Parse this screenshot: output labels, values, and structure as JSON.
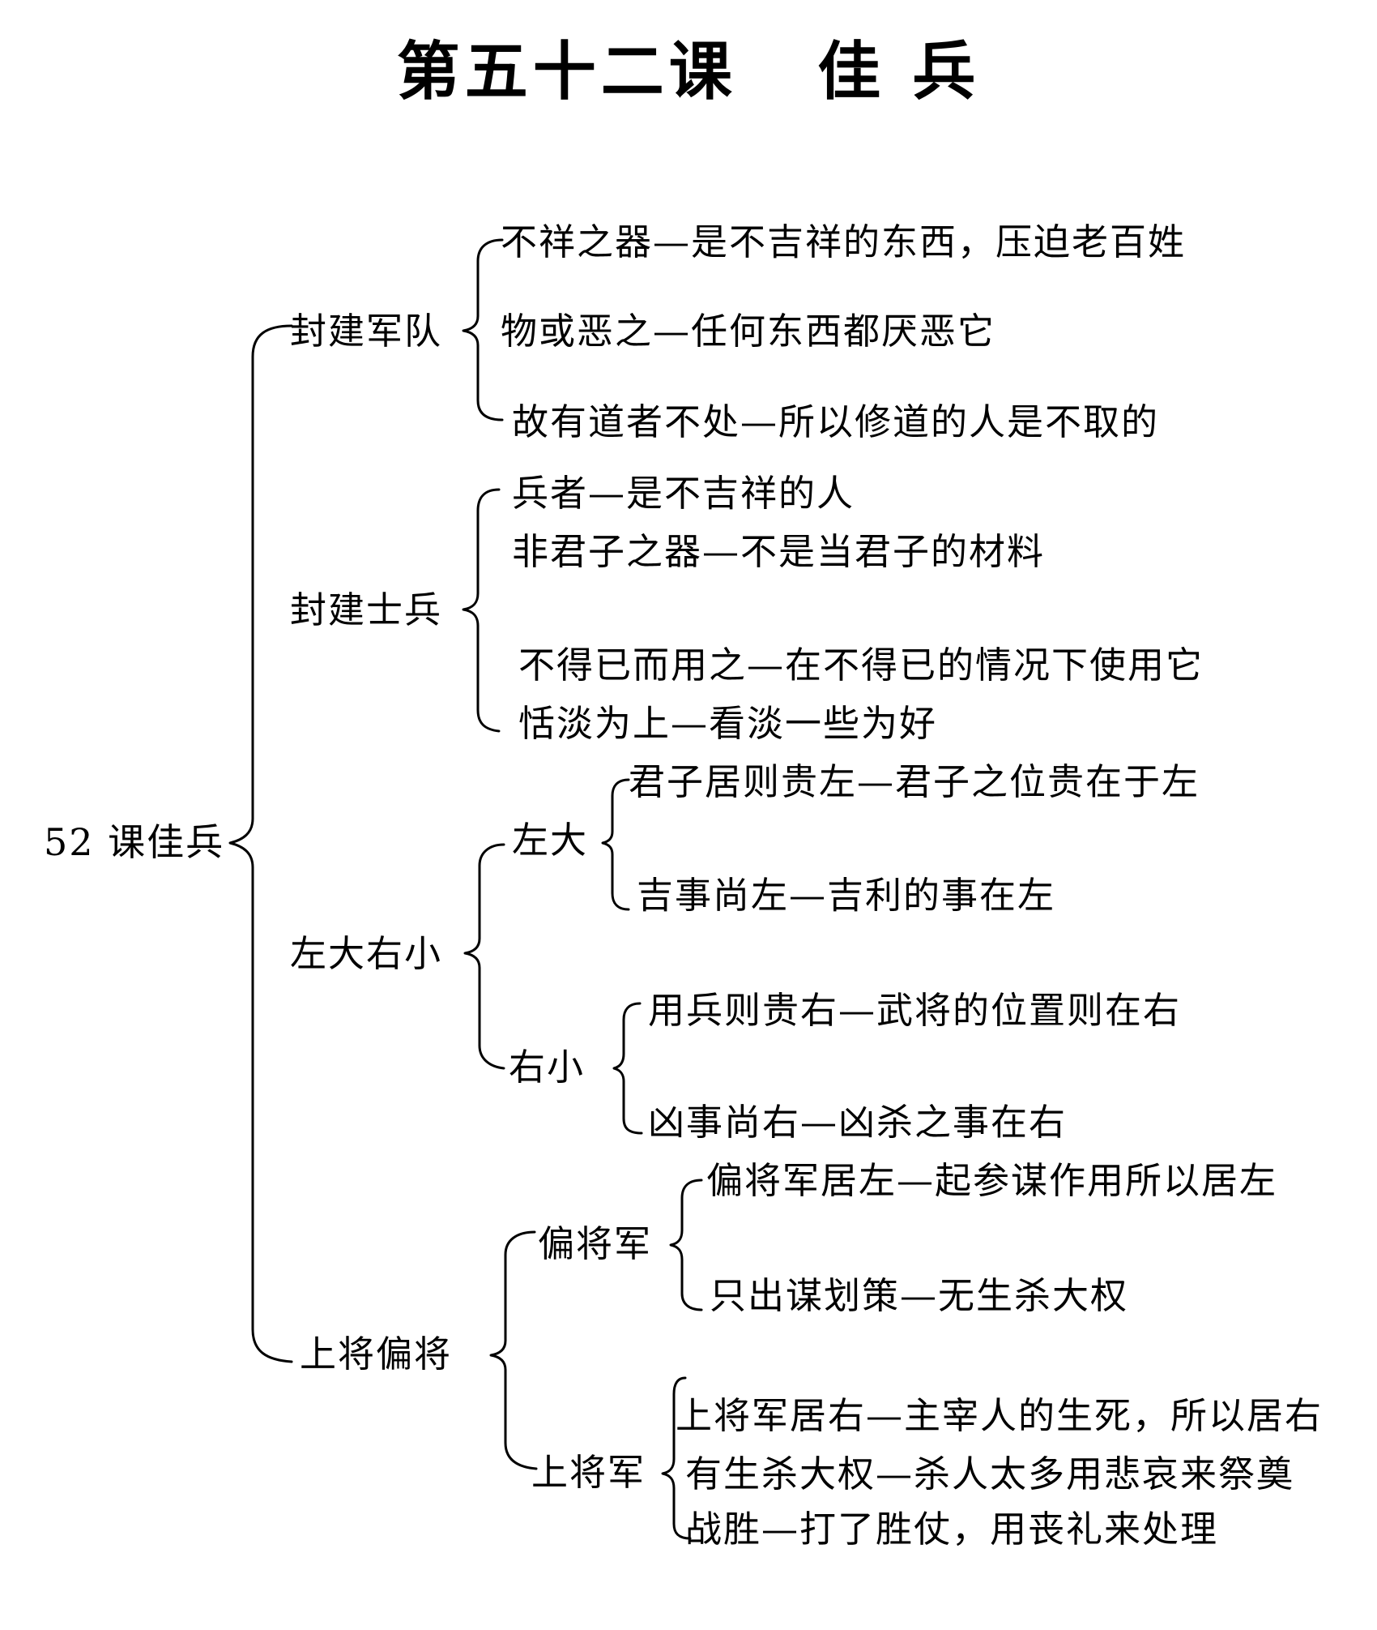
{
  "title": "第五十二课   佳 兵",
  "root": "52 课佳兵",
  "branches": [
    {
      "label": "封建军队",
      "items": [
        "不祥之器—是不吉祥的东西，压迫老百姓",
        "物或恶之—任何东西都厌恶它",
        "故有道者不处—所以修道的人是不取的"
      ]
    },
    {
      "label": "封建士兵",
      "items": [
        "兵者—是不吉祥的人",
        "非君子之器—不是当君子的材料",
        "不得已而用之—在不得已的情况下使用它",
        "恬淡为上—看淡一些为好"
      ]
    },
    {
      "label": "左大右小",
      "sub": [
        {
          "label": "左大",
          "items": [
            "君子居则贵左—君子之位贵在于左",
            "吉事尚左—吉利的事在左"
          ]
        },
        {
          "label": "右小",
          "items": [
            "用兵则贵右—武将的位置则在右",
            "凶事尚右—凶杀之事在右"
          ]
        }
      ]
    },
    {
      "label": "上将偏将",
      "sub": [
        {
          "label": "偏将军",
          "items": [
            "偏将军居左—起参谋作用所以居左",
            "只出谋划策—无生杀大权"
          ]
        },
        {
          "label": "上将军",
          "items": [
            "上将军居右—主宰人的生死，所以居右",
            "有生杀大权—杀人太多用悲哀来祭奠",
            "战胜—打了胜仗，用丧礼来处理"
          ]
        }
      ]
    }
  ]
}
